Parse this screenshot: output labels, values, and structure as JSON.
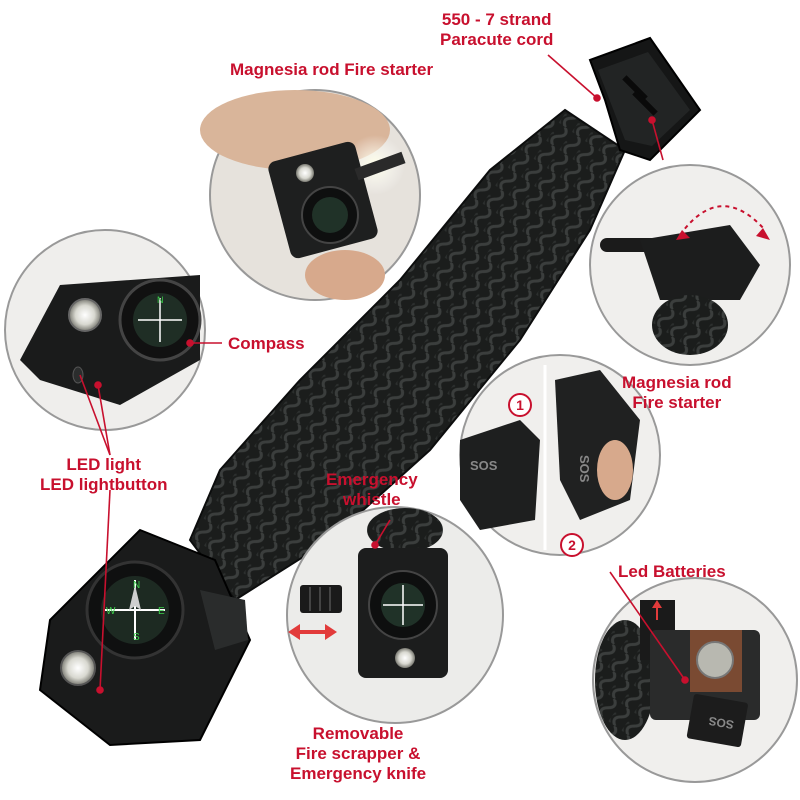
{
  "labels": {
    "paracord": {
      "line1": "550 - 7 strand",
      "line2": "Paracute cord"
    },
    "fire_starter_top": "Magnesia rod Fire starter",
    "compass": "Compass",
    "led": {
      "line1": "LED light",
      "line2": "LED lightbutton"
    },
    "whistle": {
      "line1": "Emergency",
      "line2": "whistle"
    },
    "fire_starter_right": {
      "line1": "Magnesia rod",
      "line2": "Fire starter"
    },
    "led_batteries": "Led Batteries",
    "knife": {
      "line1": "Removable",
      "line2": "Fire scrapper &",
      "line3": "Emergency knife"
    }
  },
  "steps": {
    "one": "1",
    "two": "2"
  },
  "engravings": {
    "sos": "SOS"
  },
  "colors": {
    "accent_red": "#c8102e",
    "cord": "#1b1d1c",
    "background": "#ffffff"
  }
}
